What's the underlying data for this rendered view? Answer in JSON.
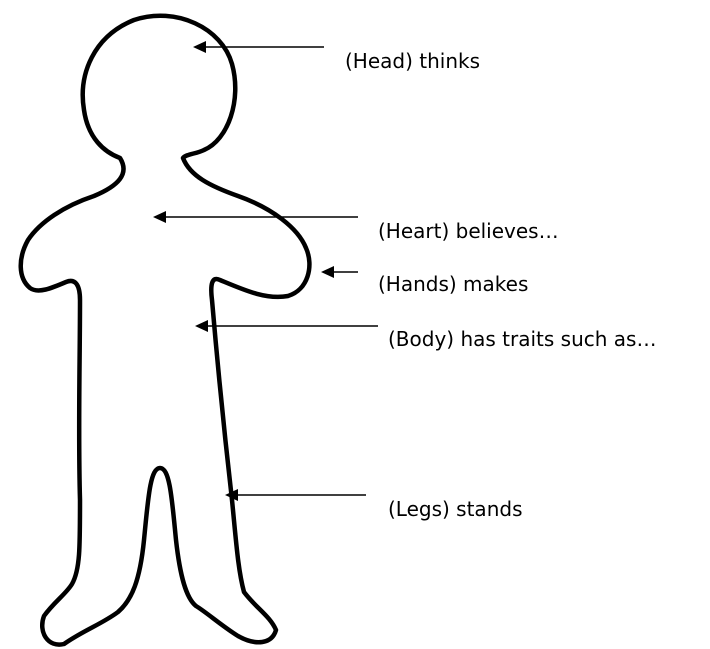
{
  "labels": {
    "head": "(Head) thinks",
    "heart": "(Heart) believes…",
    "hands": "(Hands) makes",
    "body": "(Body) has traits such as…",
    "legs": "(Legs) stands"
  },
  "colors": {
    "outline": "#000000",
    "background": "#ffffff"
  }
}
